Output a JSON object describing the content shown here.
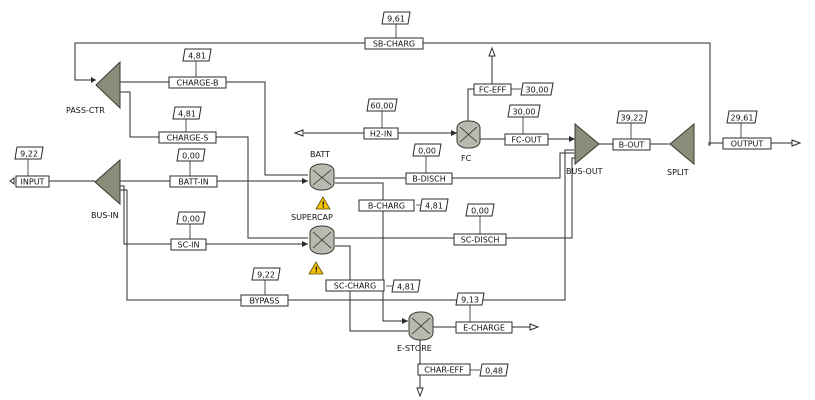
{
  "blocks": {
    "pass_ctr": "PASS-CTR",
    "bus_in": "BUS-IN",
    "bus_out": "BUS-OUT",
    "split": "SPLIT",
    "batt": "BATT",
    "supercap": "SUPERCAP",
    "fc": "FC",
    "e_store": "E-STORE"
  },
  "streams": {
    "sb_charg": {
      "label": "SB-CHARG",
      "value": "9,61"
    },
    "charge_b": {
      "label": "CHARGE-B",
      "value": "4,81"
    },
    "charge_s": {
      "label": "CHARGE-S",
      "value": "4,81"
    },
    "input": {
      "label": "INPUT",
      "value": "9,22"
    },
    "batt_in": {
      "label": "BATT-IN",
      "value": "0,00"
    },
    "sc_in": {
      "label": "SC-IN",
      "value": "0,00"
    },
    "bypass": {
      "label": "BYPASS",
      "value": "9,22"
    },
    "h2_in": {
      "label": "H2-IN",
      "value": "60,00"
    },
    "fc_eff": {
      "label": "FC-EFF",
      "value": "30,00"
    },
    "fc_out": {
      "label": "FC-OUT",
      "value": "30,00"
    },
    "b_out": {
      "label": "B-OUT",
      "value": "39,22"
    },
    "output": {
      "label": "OUTPUT",
      "value": "29,61"
    },
    "b_disch": {
      "label": "B-DISCH",
      "value": "0,00"
    },
    "b_charg": {
      "label": "B-CHARG",
      "value": "4,81"
    },
    "sc_disch": {
      "label": "SC-DISCH",
      "value": "0,00"
    },
    "sc_charg": {
      "label": "SC-CHARG",
      "value": "4,81"
    },
    "e_charge": {
      "label": "E-CHARGE",
      "value": "9,13"
    },
    "char_eff": {
      "label": "CHAR-EFF",
      "value": "0,48"
    }
  },
  "icons": {
    "warning": "warning-triangle-icon",
    "mixer": "mixer-triangle-icon",
    "reactor": "reactor-vessel-icon",
    "feed_arrow": "feed-arrow-icon",
    "product_arrow": "product-arrow-icon"
  },
  "colors": {
    "line": "#2b2b2b",
    "unit_fill": "#8c8c7a",
    "vessel_fill": "#b9b9b0",
    "warning": "#f2c200"
  }
}
